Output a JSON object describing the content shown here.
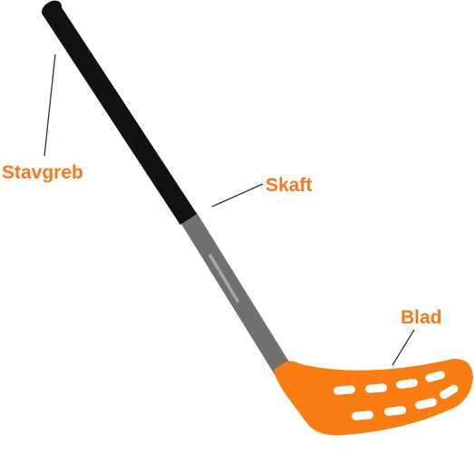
{
  "diagram": {
    "labels": {
      "grip": "Stavgreb",
      "shaft": "Skaft",
      "blade": "Blad"
    }
  },
  "colors": {
    "label": "#f5781e",
    "leader_line": "#26364a",
    "grip": "#111111",
    "shaft": "#707070",
    "shaft_highlight": "#a8a8a8",
    "blade": "#f97d13",
    "blade_holes": "#ffffff"
  }
}
